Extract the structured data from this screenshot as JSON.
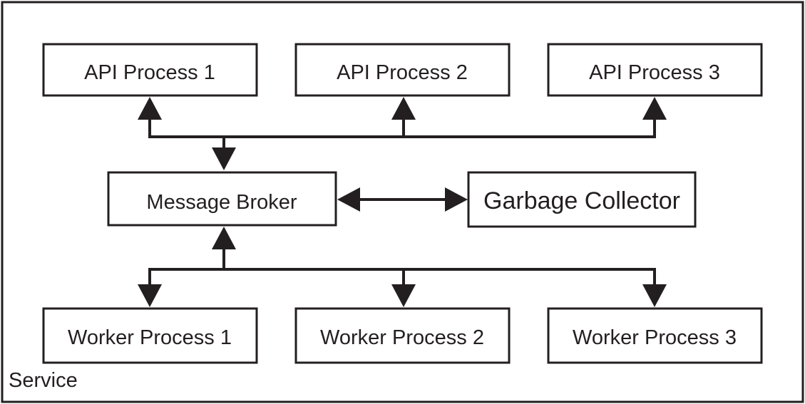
{
  "container": {
    "label": "Service"
  },
  "nodes": {
    "api_1": "API Process 1",
    "api_2": "API Process 2",
    "api_3": "API Process 3",
    "broker": "Message Broker",
    "gc": "Garbage Collector",
    "worker_1": "Worker Process 1",
    "worker_2": "Worker Process 2",
    "worker_3": "Worker Process 3"
  },
  "colors": {
    "ink": "#231f20",
    "background": "#ffffff"
  }
}
